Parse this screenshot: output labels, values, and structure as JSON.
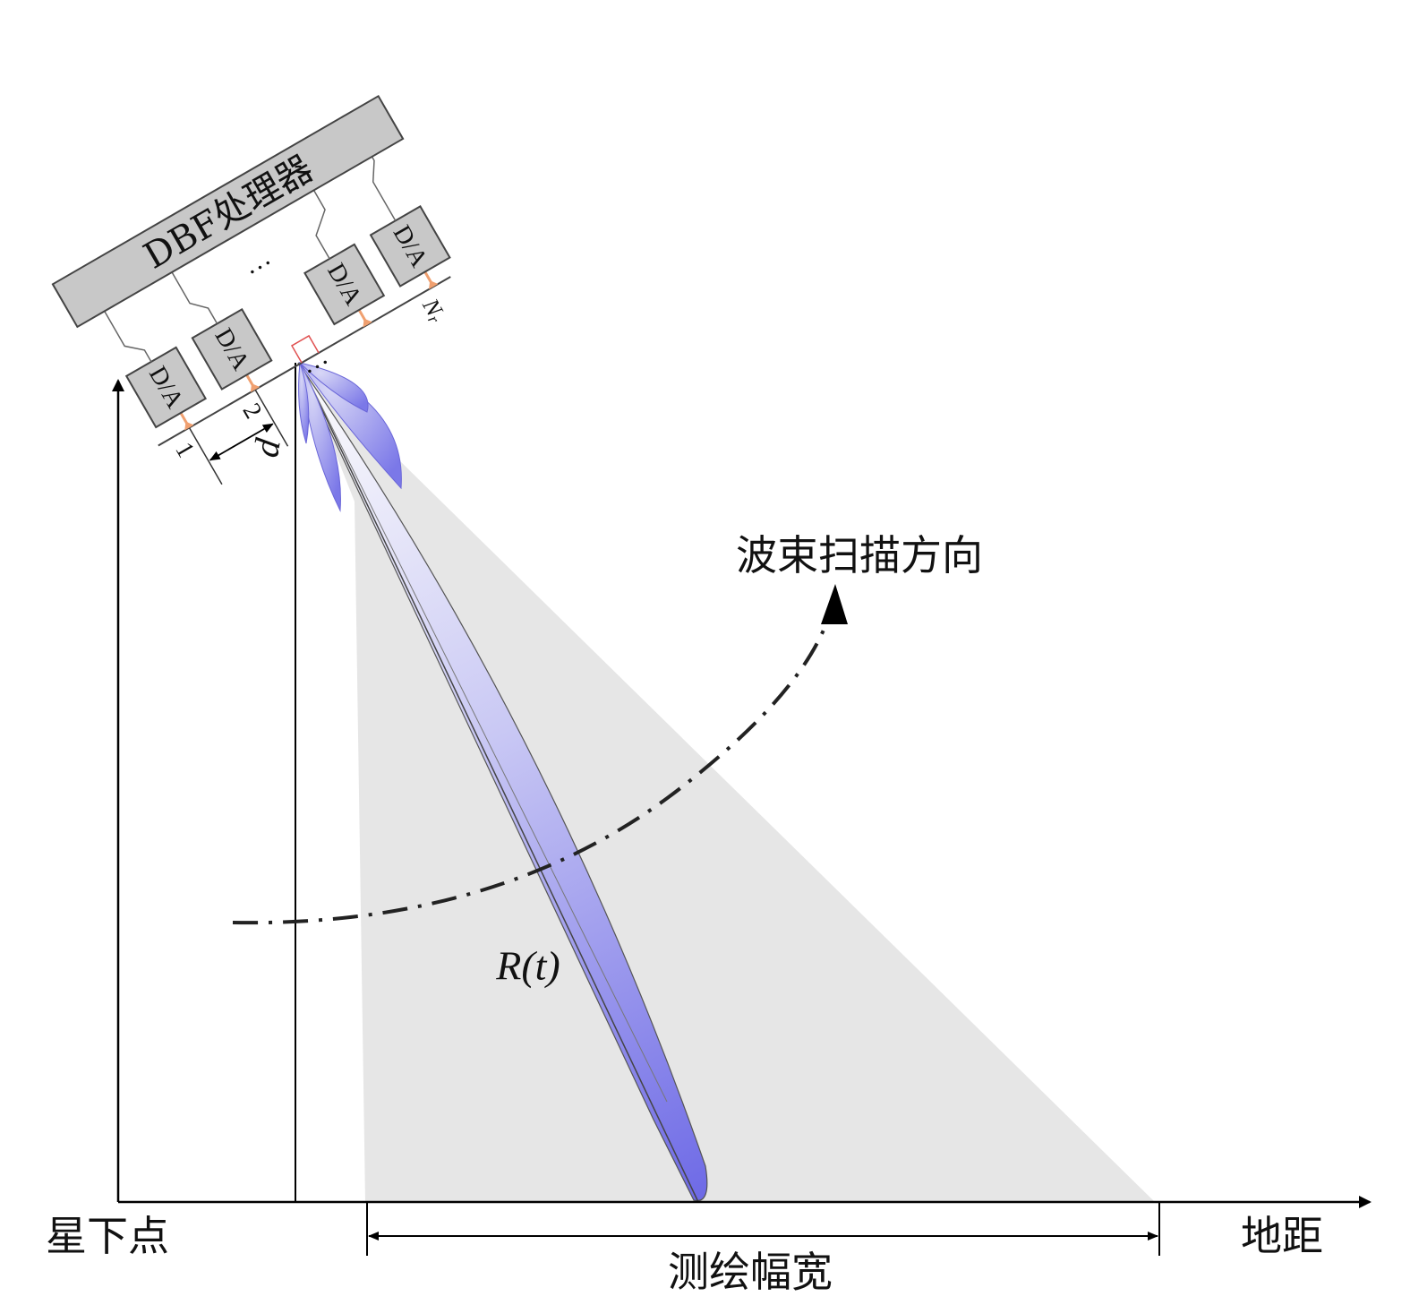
{
  "processor": {
    "label": "DBF处理器"
  },
  "modules": [
    {
      "label": "D/A"
    },
    {
      "label": "D/A"
    },
    {
      "label": "D/A"
    },
    {
      "label": "D/A"
    }
  ],
  "ellipsis": "···",
  "element_labels": {
    "first": "1",
    "second": "2",
    "last_base": "N",
    "last_sub": "r"
  },
  "spacing_label": "d",
  "scan_direction_label": "波束扫描方向",
  "range_label": "R(t)",
  "nadir_label": "星下点",
  "ground_range_label": "地距",
  "swath_label": "测绘幅宽",
  "colors": {
    "swath_fill": "#e6e6e6",
    "beam_main": "#7b78e8",
    "beam_light": "#c9c8f4",
    "box_fill": "#c8c8c8",
    "feed": "#f0a070",
    "right_angle": "#e05050"
  }
}
